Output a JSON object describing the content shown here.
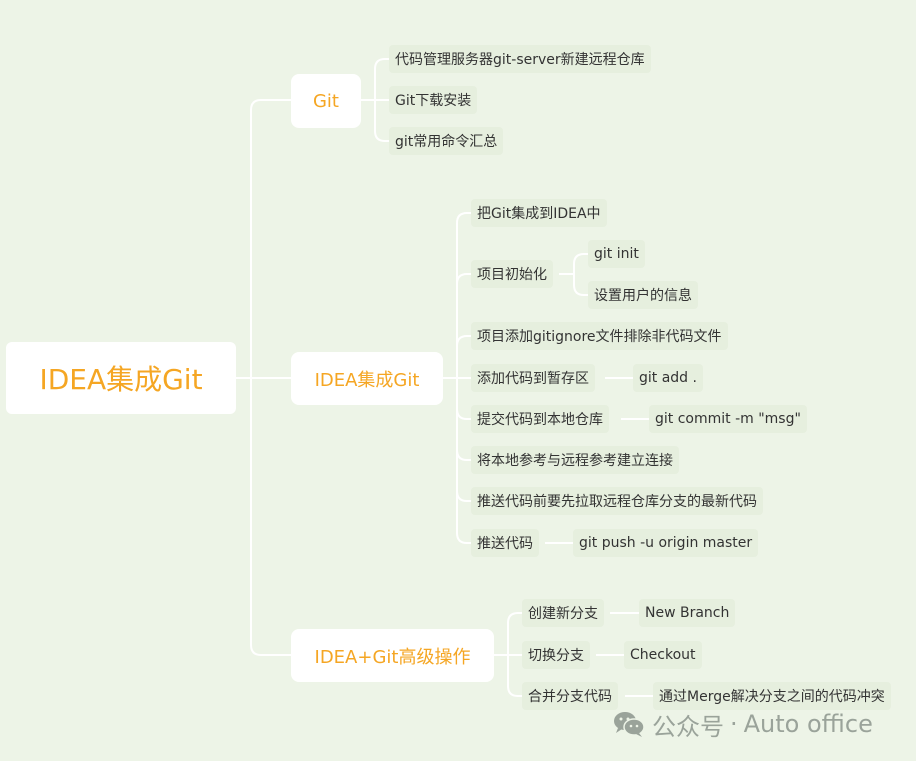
{
  "root": {
    "label": "IDEA集成Git"
  },
  "branches": [
    {
      "label": "Git",
      "children": [
        {
          "label": "代码管理服务器git-server新建远程仓库"
        },
        {
          "label": "Git下载安装"
        },
        {
          "label": "git常用命令汇总"
        }
      ]
    },
    {
      "label": "IDEA集成Git",
      "children": [
        {
          "label": "把Git集成到IDEA中"
        },
        {
          "label": "项目初始化",
          "children": [
            {
              "label": "git init"
            },
            {
              "label": "设置用户的信息"
            }
          ]
        },
        {
          "label": "项目添加gitignore文件排除非代码文件"
        },
        {
          "label": "添加代码到暂存区",
          "children": [
            {
              "label": "git add ."
            }
          ]
        },
        {
          "label": "提交代码到本地仓库",
          "children": [
            {
              "label": "git commit -m \"msg\""
            }
          ]
        },
        {
          "label": "将本地参考与远程参考建立连接"
        },
        {
          "label": "推送代码前要先拉取远程仓库分支的最新代码"
        },
        {
          "label": "推送代码",
          "children": [
            {
              "label": "git push -u origin master"
            }
          ]
        }
      ]
    },
    {
      "label": "IDEA+Git高级操作",
      "children": [
        {
          "label": "创建新分支",
          "children": [
            {
              "label": "New Branch"
            }
          ]
        },
        {
          "label": "切换分支",
          "children": [
            {
              "label": "Checkout"
            }
          ]
        },
        {
          "label": "合并分支代码",
          "children": [
            {
              "label": "通过Merge解决分支之间的代码冲突"
            }
          ]
        }
      ]
    }
  ],
  "watermark": {
    "prefix": "公众号",
    "separator": "·",
    "name": "Auto office",
    "icon": "wechat-icon"
  },
  "colors": {
    "background": "#edf4e7",
    "accent": "#f5a623",
    "line": "#ffffff",
    "leaf_bg": "#e6efde"
  }
}
